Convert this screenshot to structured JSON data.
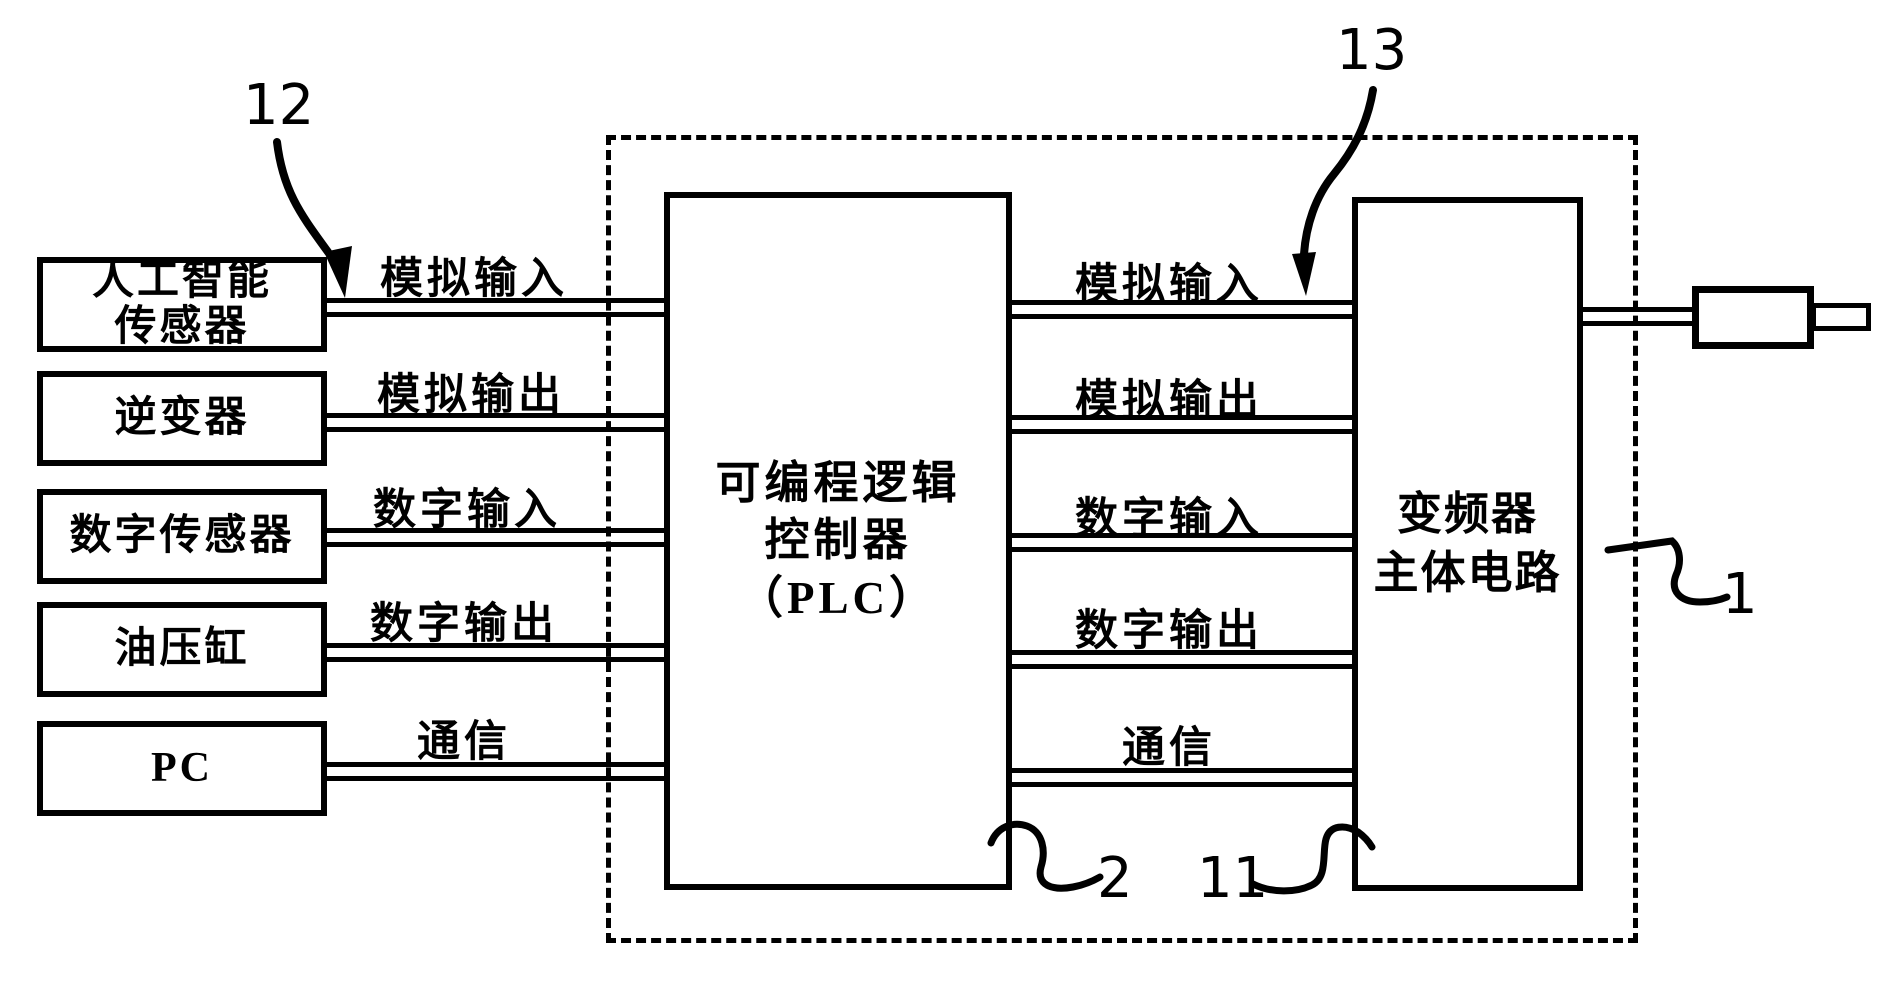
{
  "figure": {
    "background_color": "#ffffff",
    "ink_color": "#000000"
  },
  "source_boxes": [
    {
      "lines": [
        "人工智能",
        "传感器"
      ]
    },
    {
      "lines": [
        "逆变器"
      ]
    },
    {
      "lines": [
        "数字传感器"
      ]
    },
    {
      "lines": [
        "油压缸"
      ]
    },
    {
      "lines": [
        "PC"
      ]
    }
  ],
  "channels": [
    "模拟输入",
    "模拟输出",
    "数字输入",
    "数字输出",
    "通信"
  ],
  "plc_box": {
    "lines": [
      "可编程逻辑",
      "控制器",
      "（PLC）"
    ]
  },
  "inverter_box": {
    "lines": [
      "变频器",
      "主体电路"
    ]
  },
  "ref_labels": {
    "sensors_group": "12",
    "analog_input_right": "13",
    "plc": "2",
    "main_circuit": "11",
    "inverter_unit": "1"
  }
}
